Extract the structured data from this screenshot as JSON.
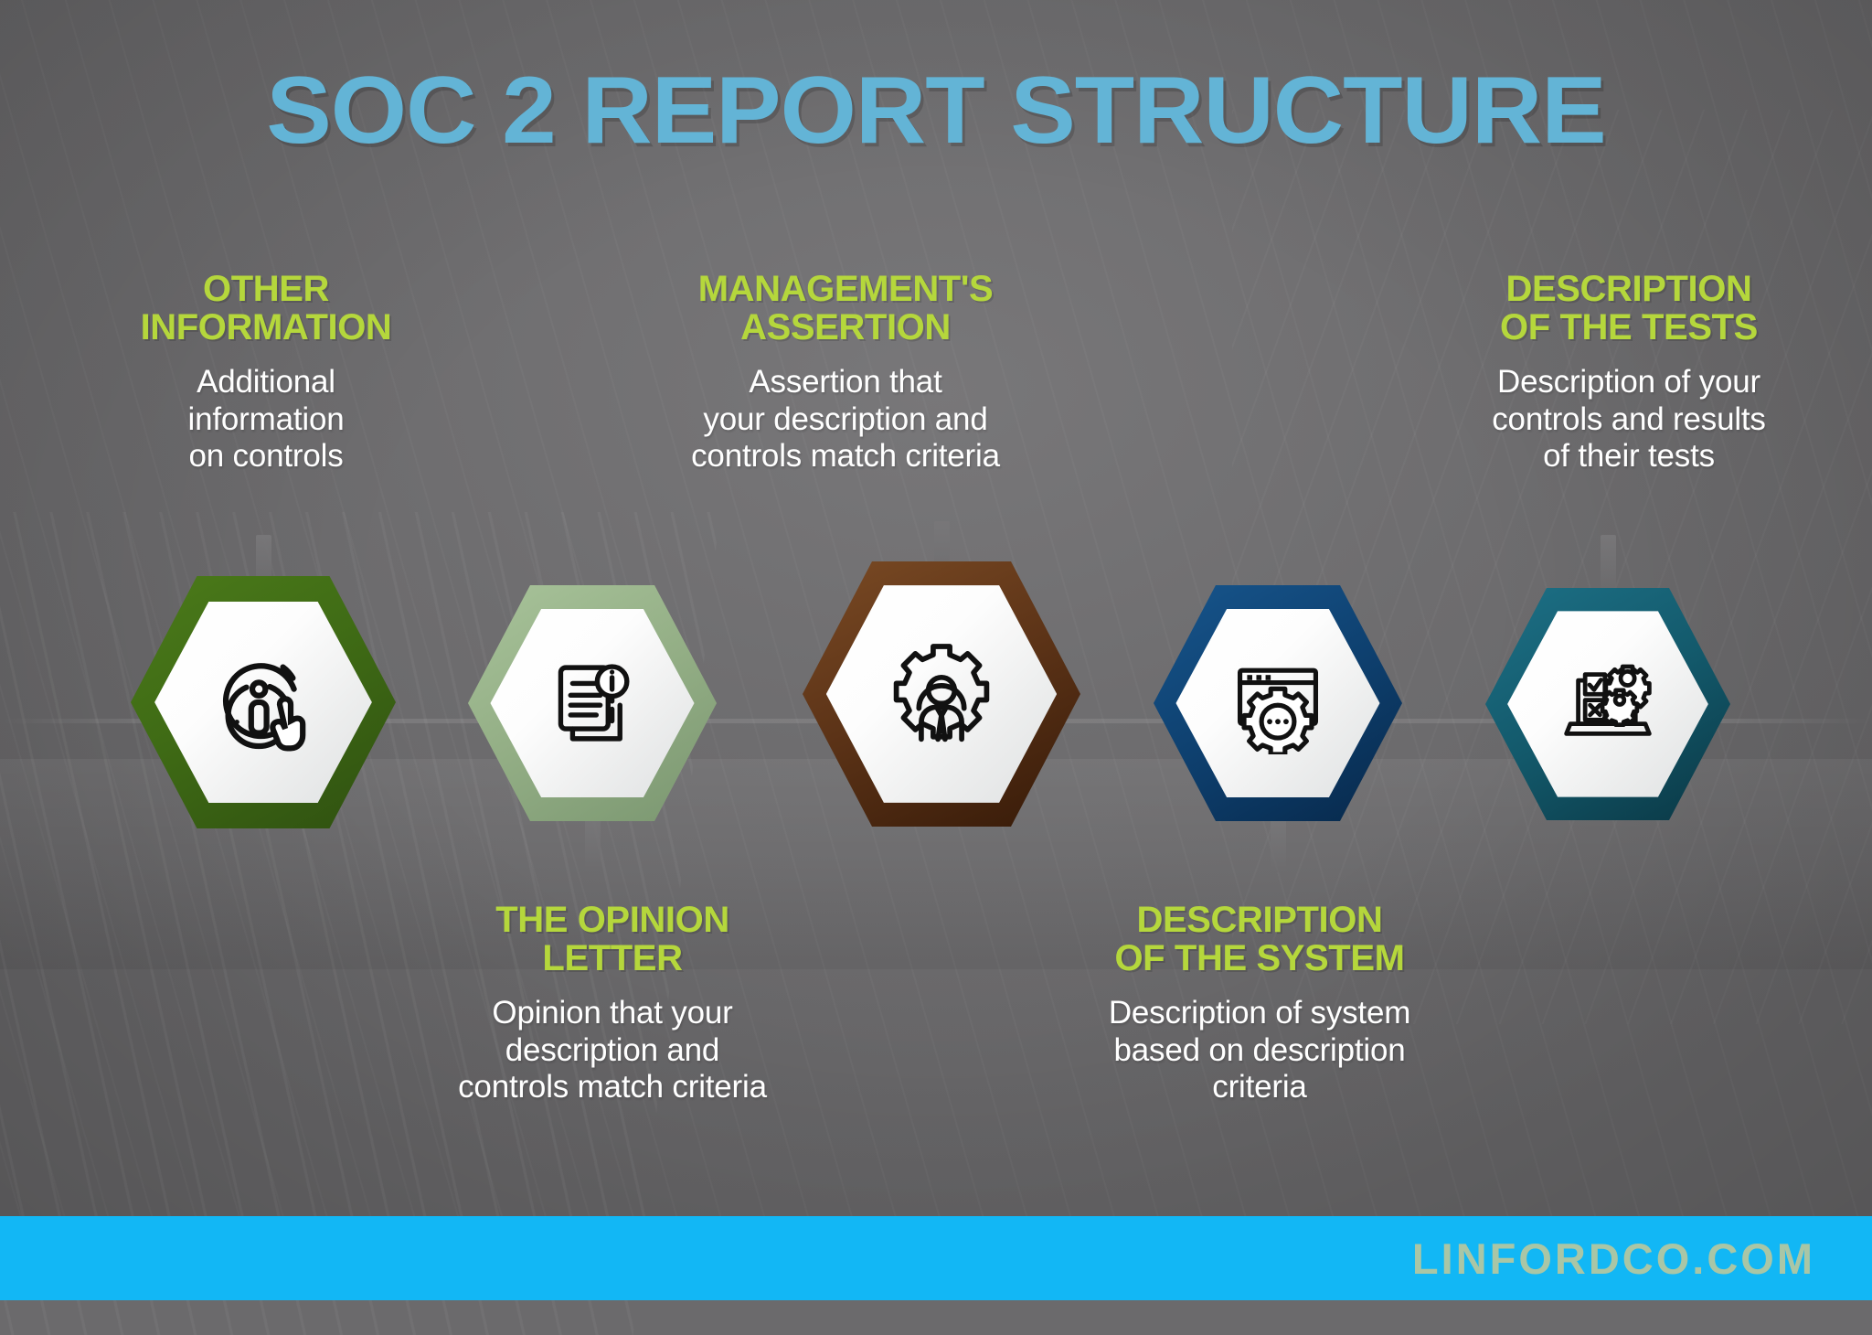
{
  "title": "SOC 2 REPORT STRUCTURE",
  "colors": {
    "background": "#6b6a6c",
    "title_blue": "#63b4d6",
    "heading_green": "#b5d73c",
    "body_white": "#ffffff",
    "footer_bar": "#12b7f5",
    "footer_text": "#a9c6a6"
  },
  "steps": [
    {
      "index": 1,
      "heading": "OTHER\nINFORMATION",
      "body": "Additional\ninformation\non controls",
      "position": "above",
      "icon": "info-circle-click-icon",
      "hex_color": "#3f6b15",
      "hex_color_dark": "#2f5010"
    },
    {
      "index": 2,
      "heading": "THE OPINION\nLETTER",
      "body": "Opinion that your\ndescription and\ncontrols match criteria",
      "position": "below",
      "icon": "document-info-icon",
      "hex_color": "#9ab58c",
      "hex_color_dark": "#7f9b71"
    },
    {
      "index": 3,
      "heading": "MANAGEMENT'S\nASSERTION",
      "body": "Assertion that\nyour description and\ncontrols match criteria",
      "position": "above",
      "icon": "manager-gear-icon",
      "hex_color": "#5c3317",
      "hex_color_dark": "#3d1f0b"
    },
    {
      "index": 4,
      "heading": "DESCRIPTION\nOF THE SYSTEM",
      "body": "Description of system\nbased on description\ncriteria",
      "position": "below",
      "icon": "browser-gear-icon",
      "hex_color": "#0e406f",
      "hex_color_dark": "#092d4f"
    },
    {
      "index": 5,
      "heading": "DESCRIPTION\nOF THE TESTS",
      "body": "Description of your\ncontrols and results\nof their tests",
      "position": "above",
      "icon": "laptop-test-results-icon",
      "hex_color": "#13596b",
      "hex_color_dark": "#0c3f4d"
    }
  ],
  "footer": {
    "url": "LINFORDCO.COM"
  }
}
